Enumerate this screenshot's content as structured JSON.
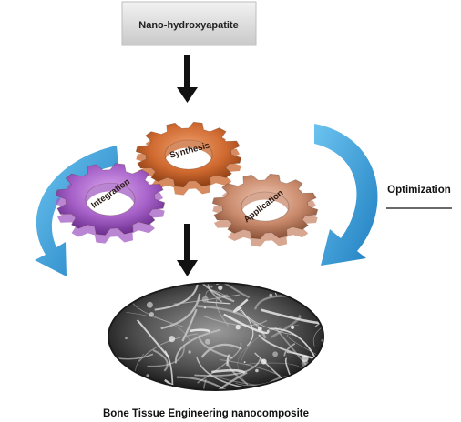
{
  "input_box": {
    "label": "Nano-hydroxyapatite"
  },
  "gears": [
    {
      "id": "synthesis",
      "label": "Synthesis",
      "color": "#c8642c"
    },
    {
      "id": "integration",
      "label": "Integration",
      "color": "#a35cc4"
    },
    {
      "id": "application",
      "label": "Application",
      "color": "#c98a6c"
    }
  ],
  "side_label": {
    "text": "Optimization"
  },
  "output": {
    "label": "Bone Tissue Engineering nanocomposite"
  },
  "colors": {
    "cycle_arrow": "#2f9ad6",
    "flow_arrow": "#111111",
    "box_fill": "#dcdcdc"
  }
}
